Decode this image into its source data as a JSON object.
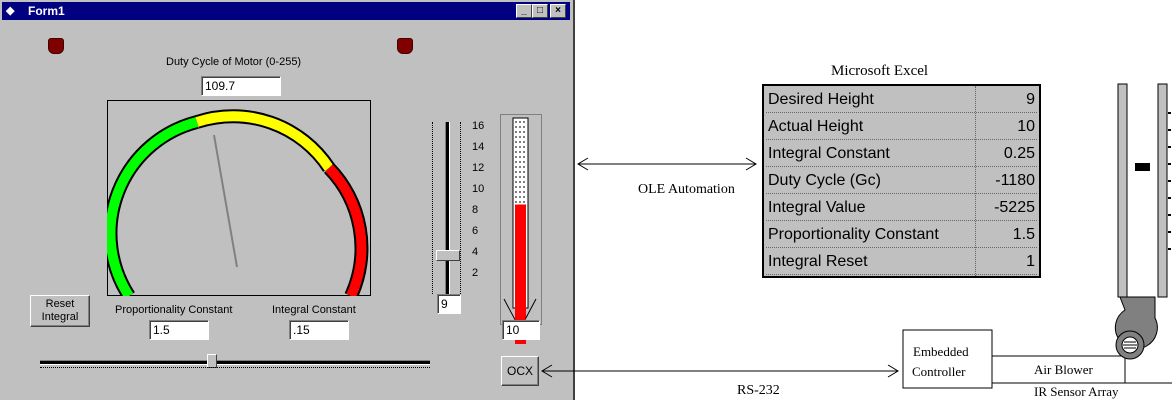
{
  "window": {
    "title": "Form1",
    "min": "_",
    "max": "□",
    "close": "×"
  },
  "duty_label": "Duty Cycle of Motor (0-255)",
  "duty_value": "109.7",
  "reset_button": "Reset Integral",
  "prop_label": "Proportionality Constant",
  "prop_value": "1.5",
  "integral_label": "Integral Constant",
  "integral_value": ".15",
  "gauge": {
    "needle_fraction": 0.43,
    "colors": {
      "green": "#00ff00",
      "yellow": "#ffff00",
      "red": "#ff0000"
    }
  },
  "slider_ticks": [
    "16",
    "14",
    "12",
    "10",
    "8",
    "6",
    "4",
    "2"
  ],
  "slider_value_box": "9",
  "thermometer": {
    "value_box": "10",
    "level_fraction": 0.58,
    "fill_color": "#ff0000"
  },
  "ock_button": "OCX",
  "excel": {
    "title": "Microsoft Excel",
    "rows": [
      {
        "label": "Desired Height",
        "value": "9"
      },
      {
        "label": "Actual Height",
        "value": "10"
      },
      {
        "label": "Integral Constant",
        "value": "0.25"
      },
      {
        "label": "Duty Cycle (Gc)",
        "value": "-1180"
      },
      {
        "label": "Integral Value",
        "value": "-5225"
      },
      {
        "label": "Proportionality Constant",
        "value": "1.5"
      },
      {
        "label": "Integral Reset",
        "value": "1"
      }
    ]
  },
  "ole_label": "OLE Automation",
  "rs232_label": "RS-232",
  "controller_label_1": "Embedded",
  "controller_label_2": "Controller",
  "air_blower_label": "Air Blower",
  "ir_sensor_label": "IR Sensor Array"
}
